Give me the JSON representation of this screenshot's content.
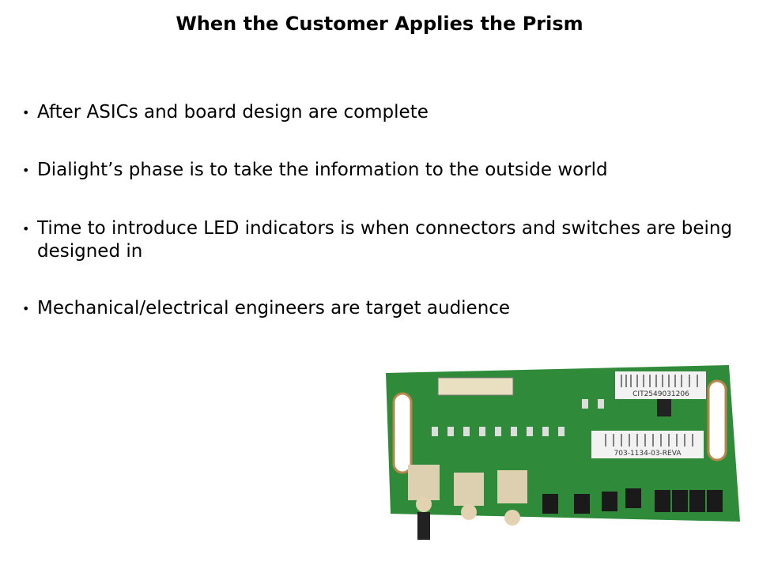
{
  "slide": {
    "title": "When the Customer Applies the Prism",
    "bullets": [
      "After ASICs and board design are complete",
      "Dialight’s phase is to take the information to the outside world",
      "Time to introduce LED indicators is when connectors and switches are being designed in",
      "Mechanical/electrical engineers are target audience"
    ],
    "image": {
      "serial_label": "CIT2549031206",
      "part_label": "703-1134-03-REVA",
      "colors": {
        "board": "#2f8a3a",
        "label": "#f2f2f2"
      }
    }
  }
}
